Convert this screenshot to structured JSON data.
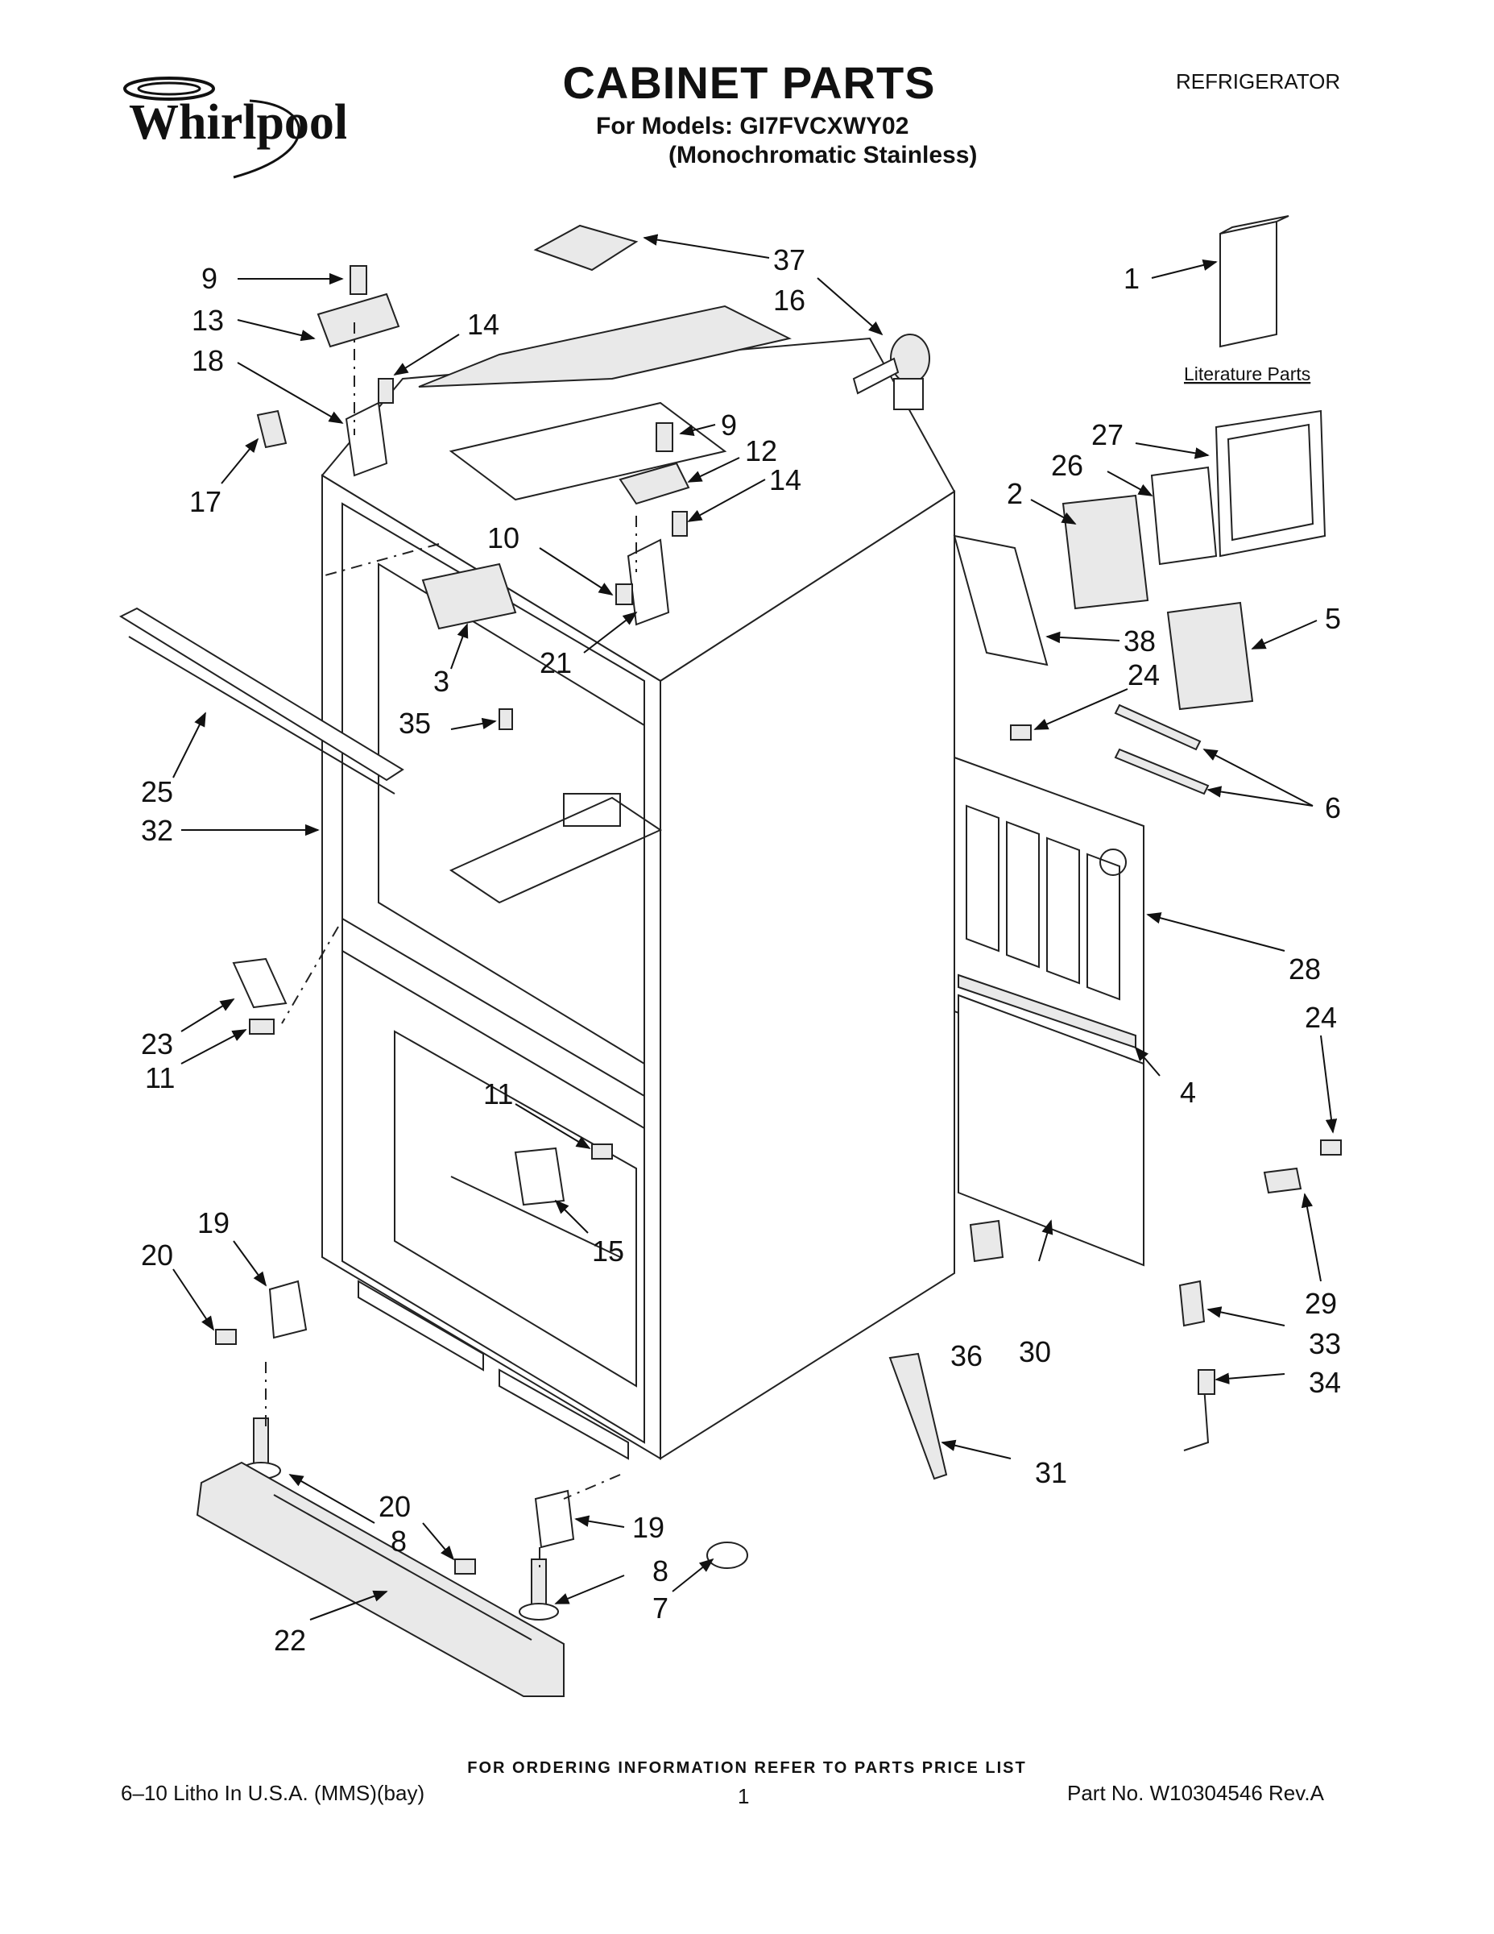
{
  "header": {
    "brand": "Whirlpool",
    "title": "CABINET PARTS",
    "models_line": "For Models: GI7FVCXWY02",
    "variant_line": "(Monochromatic Stainless)",
    "category": "REFRIGERATOR"
  },
  "literature_label": "Literature Parts",
  "callouts": [
    {
      "key": "c9a",
      "text": "9"
    },
    {
      "key": "c13",
      "text": "13"
    },
    {
      "key": "c18",
      "text": "18"
    },
    {
      "key": "c14a",
      "text": "14"
    },
    {
      "key": "c17",
      "text": "17"
    },
    {
      "key": "c37",
      "text": "37"
    },
    {
      "key": "c16",
      "text": "16"
    },
    {
      "key": "c1",
      "text": "1"
    },
    {
      "key": "c9b",
      "text": "9"
    },
    {
      "key": "c12",
      "text": "12"
    },
    {
      "key": "c14b",
      "text": "14"
    },
    {
      "key": "c10",
      "text": "10"
    },
    {
      "key": "c27",
      "text": "27"
    },
    {
      "key": "c26",
      "text": "26"
    },
    {
      "key": "c2",
      "text": "2"
    },
    {
      "key": "c3",
      "text": "3"
    },
    {
      "key": "c21",
      "text": "21"
    },
    {
      "key": "c38",
      "text": "38"
    },
    {
      "key": "c5",
      "text": "5"
    },
    {
      "key": "c24a",
      "text": "24"
    },
    {
      "key": "c35",
      "text": "35"
    },
    {
      "key": "c25",
      "text": "25"
    },
    {
      "key": "c32",
      "text": "32"
    },
    {
      "key": "c6",
      "text": "6"
    },
    {
      "key": "c28",
      "text": "28"
    },
    {
      "key": "c24b",
      "text": "24"
    },
    {
      "key": "c23",
      "text": "23"
    },
    {
      "key": "c11a",
      "text": "11"
    },
    {
      "key": "c11b",
      "text": "11"
    },
    {
      "key": "c4",
      "text": "4"
    },
    {
      "key": "c15",
      "text": "15"
    },
    {
      "key": "c19a",
      "text": "19"
    },
    {
      "key": "c20a",
      "text": "20"
    },
    {
      "key": "c29",
      "text": "29"
    },
    {
      "key": "c33",
      "text": "33"
    },
    {
      "key": "c36",
      "text": "36"
    },
    {
      "key": "c30",
      "text": "30"
    },
    {
      "key": "c34",
      "text": "34"
    },
    {
      "key": "c31",
      "text": "31"
    },
    {
      "key": "c20b",
      "text": "20"
    },
    {
      "key": "c8a",
      "text": "8"
    },
    {
      "key": "c19b",
      "text": "19"
    },
    {
      "key": "c8b",
      "text": "8"
    },
    {
      "key": "c7",
      "text": "7"
    },
    {
      "key": "c22",
      "text": "22"
    }
  ],
  "footer": {
    "note": "FOR ORDERING INFORMATION REFER TO PARTS PRICE LIST",
    "left": "6–10 Litho In U.S.A. (MMS)(bay)",
    "page": "1",
    "right": "Part No. W10304546 Rev.A"
  }
}
